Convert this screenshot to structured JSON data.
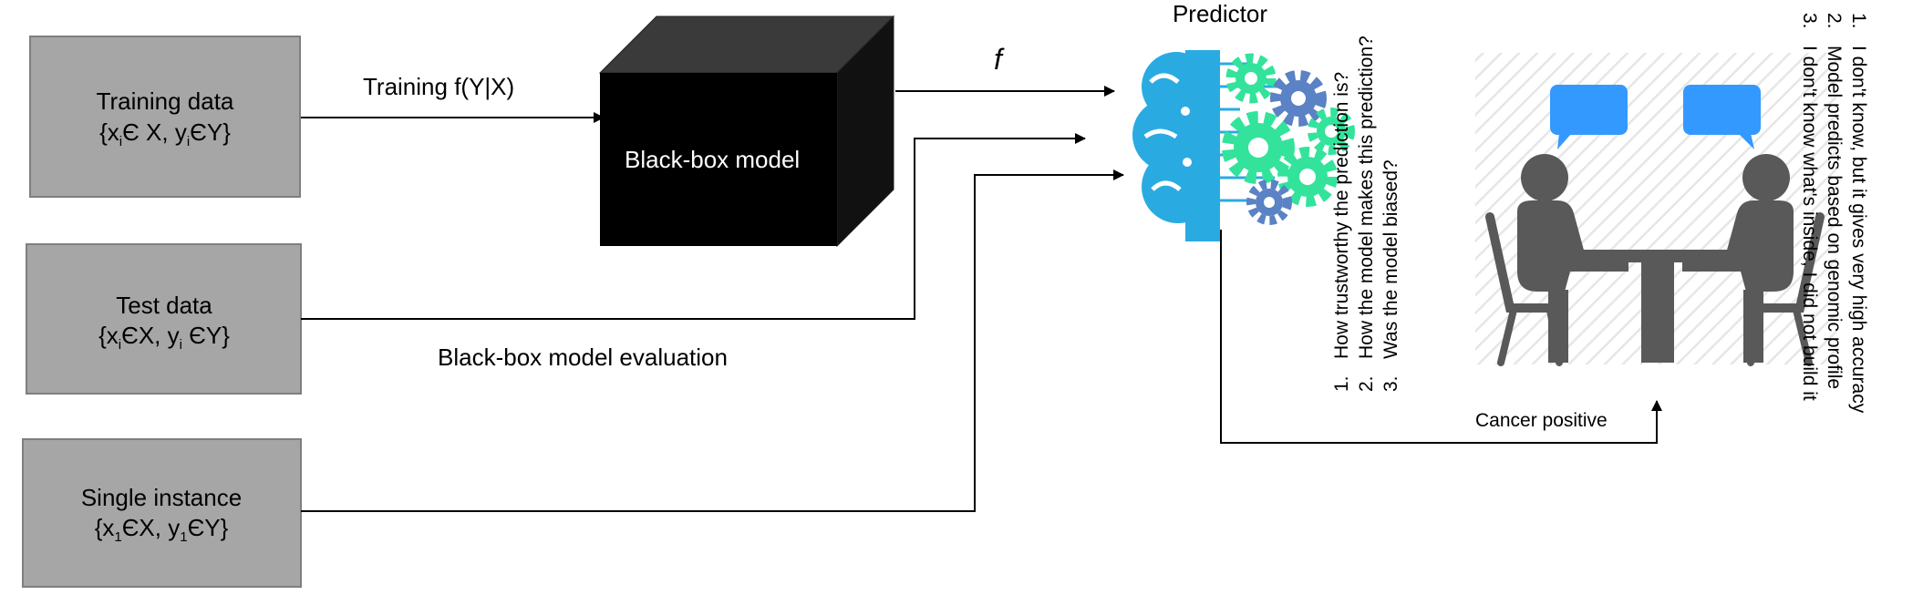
{
  "inputs": {
    "training": {
      "line1": "Training data",
      "line2": "{x",
      "sub_i": "i",
      "mid": "Є X, y",
      "sub_i2": "i",
      "end": "ЄY}"
    },
    "test": {
      "line1": "Test data",
      "line2": "{x",
      "sub_i": "i",
      "mid": "ЄX, y",
      "sub_i2": "i",
      "end": " ЄY}"
    },
    "single": {
      "line1": "Single instance",
      "line2": "{x",
      "sub_1": "1",
      "mid": "ЄX, y",
      "sub_12": "1",
      "end": "ЄY}"
    }
  },
  "edges": {
    "training_label": "Training f(Y|X)",
    "f_label": "f",
    "evaluation_label": "Black-box model evaluation",
    "cancer_label": "Cancer positive"
  },
  "model": {
    "label": "Black-box model"
  },
  "predictor": {
    "title": "Predictor"
  },
  "questions": {
    "numbers": [
      "1.",
      "2.",
      "3."
    ],
    "items": [
      "How trustworthy the prediction is?",
      "How the model makes this prediction?",
      "Was the model biased?"
    ]
  },
  "answers": {
    "numbers": [
      "1.",
      "2.",
      "3."
    ],
    "items": [
      "I don't know, but it gives very high accuracy",
      "Model predicts based on genomic profile",
      "I don't know what's inside, I did not build it"
    ]
  },
  "colors": {
    "box_fill": "#a6a6a6",
    "box_stroke": "#7f7f7f",
    "brain_blue": "#29abe2",
    "gear_green": "#33e39b",
    "gear_blue": "#5a82c4",
    "person_gray": "#595959",
    "bubble_blue": "#3399ff"
  }
}
